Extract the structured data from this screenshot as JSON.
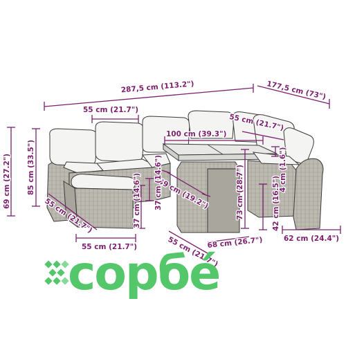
{
  "colors": {
    "dimension": "#7b1f6e",
    "outline": "#3a3a3a",
    "rattan": "#b9b6ae",
    "cushion": "#f4f4f2",
    "tabletop": "#e8e8e6",
    "logo_green": "#55c76b",
    "background": "#ffffff"
  },
  "dimensions": {
    "total_width": "287,5 cm (113.2\")",
    "right_depth": "177,5 cm (73\")",
    "module_width_top": "55 cm (21.7\")",
    "module_width_right": "55 cm (21.7\")",
    "table_length": "100 cm (39.3\")",
    "table_top_thickness": "4 cm (1.6\")",
    "table_width": "49 cm (19.2\")",
    "table_height": "73 cm (28.7\")",
    "seat_thickness_right": "42 cm (16.5\")",
    "back_height": "69 cm (27.2\")",
    "overall_height": "85 cm (33.5\")",
    "ottoman_depth": "55 cm (21.7\")",
    "ottoman_height": "37 cm (14.6\")",
    "seat_height_mid": "37 cm (14.6\")",
    "ottoman_width": "55 cm (21.7\")",
    "table_base_depth": "55 cm (21.7\")",
    "table_base_width": "68 cm (26.7\")",
    "armrest_width": "62 cm (24.4\")"
  },
  "brand": {
    "logo_text": "copбé",
    "logo_icon": "woven-rattan-icon"
  }
}
